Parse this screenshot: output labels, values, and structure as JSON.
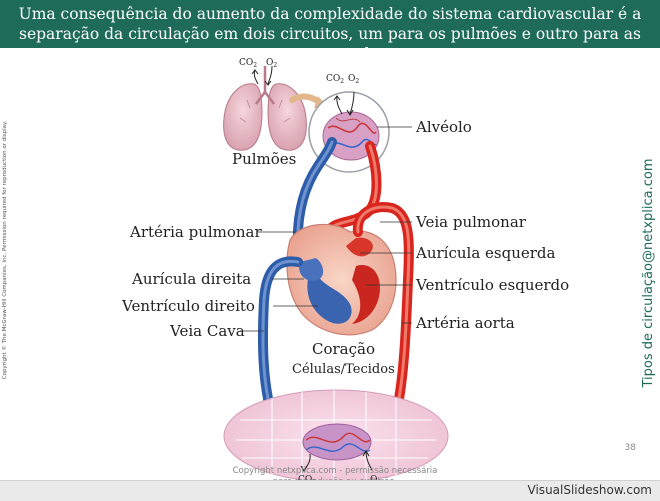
{
  "slide": {
    "title": "Uma consequência do aumento da complexidade do sistema cardiovascular é a separação da circulação em dois circuitos, um para os pulmões e outro para as restantes partes do corpo.",
    "copyright": "Copyright © The McGraw-Hill Companies, Inc. Permission required for reproduction or display.",
    "side_label": "Tipos de circulação@netxplica.com",
    "watermark": "Copyright netxplica.com - permissão necessária para reprodução ou exibição.",
    "slide_number": "38",
    "brand": "VisualSlideshow.com"
  },
  "diagram": {
    "labels": {
      "lungs": "Pulmões",
      "co2": "CO",
      "co2_sub": "2",
      "o2": "O",
      "o2_sub": "2",
      "alveolus": "Alvéolo",
      "pulmonary_artery": "Artéria  pulmonar",
      "pulmonary_vein": "Veia pulmonar",
      "left_atrium": "Aurícula esquerda",
      "right_atrium": "Aurícula direita",
      "left_ventricle": "Ventrículo esquerdo",
      "right_ventricle": "Ventrículo direito",
      "aorta": "Artéria aorta",
      "vena_cava": "Veia Cava",
      "heart": "Coração",
      "cells_tissues": "Células/Tecidos"
    },
    "colors": {
      "oxygenated": "#d8261e",
      "deoxygenated": "#2d5ca8",
      "tissue": "#f2cfe0",
      "heart": "#f4c0b0",
      "header": "#1e6b5a"
    }
  }
}
